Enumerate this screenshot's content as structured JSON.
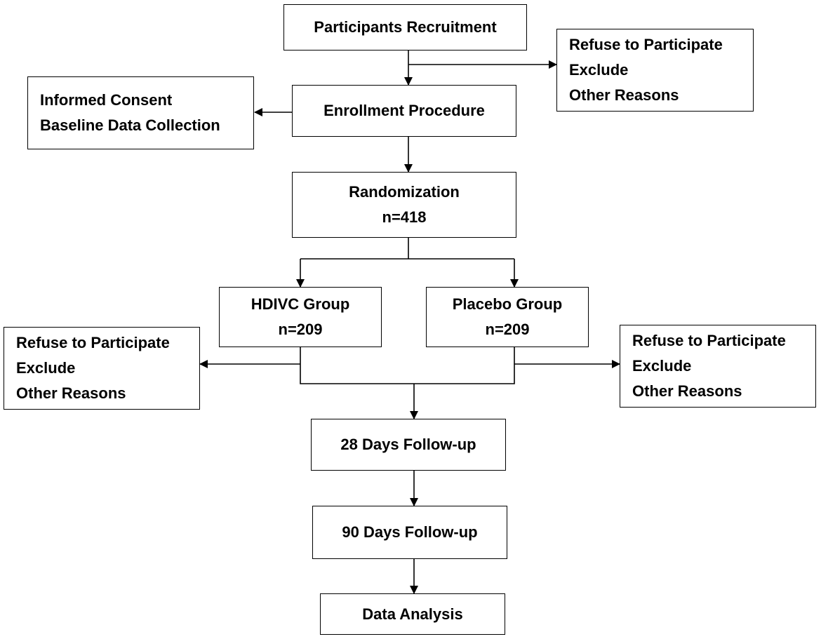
{
  "diagram": {
    "recruitment": {
      "label": "Participants Recruitment"
    },
    "excluded_top": {
      "lines": [
        "Refuse to Participate",
        "Exclude",
        "Other Reasons"
      ]
    },
    "consent": {
      "lines": [
        "Informed Consent",
        "Baseline Data Collection"
      ]
    },
    "enrollment": {
      "label": "Enrollment Procedure"
    },
    "randomization": {
      "label": "Randomization",
      "count": "n=418"
    },
    "hdivc_group": {
      "label": "HDIVC Group",
      "count": "n=209"
    },
    "placebo_group": {
      "label": "Placebo Group",
      "count": "n=209"
    },
    "excluded_left": {
      "lines": [
        "Refuse to Participate",
        "Exclude",
        "Other Reasons"
      ]
    },
    "excluded_right": {
      "lines": [
        "Refuse to Participate",
        "Exclude",
        "Other Reasons"
      ]
    },
    "followup_28": {
      "label": "28 Days Follow-up"
    },
    "followup_90": {
      "label": "90 Days Follow-up"
    },
    "analysis": {
      "label": "Data Analysis"
    }
  }
}
